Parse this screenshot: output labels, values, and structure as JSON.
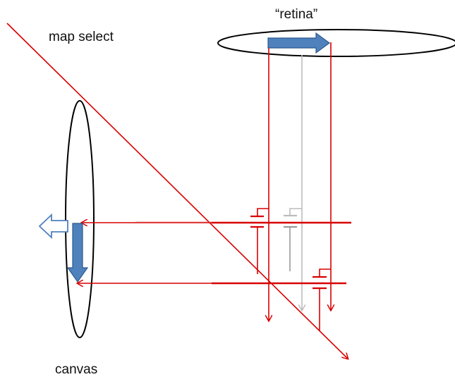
{
  "labels": {
    "retina": "“retina”",
    "map_select": "map select",
    "canvas": "canvas"
  },
  "colors": {
    "ray": "#d80000",
    "ray_light": "#e86a6a",
    "gray": "#bcbcbc",
    "gray_dark": "#9a9a9a",
    "arrow_fill": "#4f81bd",
    "arrow_stroke": "#2c5a8e",
    "ellipse": "#000000",
    "outline_arrow": "#4f81bd"
  },
  "icons": {
    "retina_arrow": "blue-right-arrow",
    "canvas_arrow": "blue-down-arrow",
    "outline_arrow": "hollow-left-arrow"
  }
}
